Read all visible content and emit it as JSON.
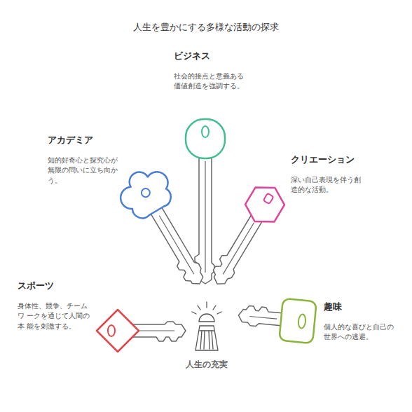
{
  "diagram": {
    "title": "人生を豊かにする多様な活動の探求",
    "nodes": [
      {
        "text": [
          "ビジネス",
          "社会的接点と意義ある 価値創造を強調する。"
        ]
      },
      {
        "text": [
          "アカデミア",
          "知的好奇心と探究心が 無限の問いに立ち向か う。"
        ]
      },
      {
        "text": [
          "クリエーション",
          "深い自己表現を伴う創 造的な活動。"
        ]
      },
      {
        "text": [
          "スポーツ",
          "身体性、競争、チームワ ークを通じて人間の本 能を刺激する。"
        ]
      },
      {
        "text": [
          "趣味",
          "個人的な喜びと自己の 世界への逃避。"
        ]
      }
    ],
    "labels": [
      "人生の充実"
    ]
  }
}
